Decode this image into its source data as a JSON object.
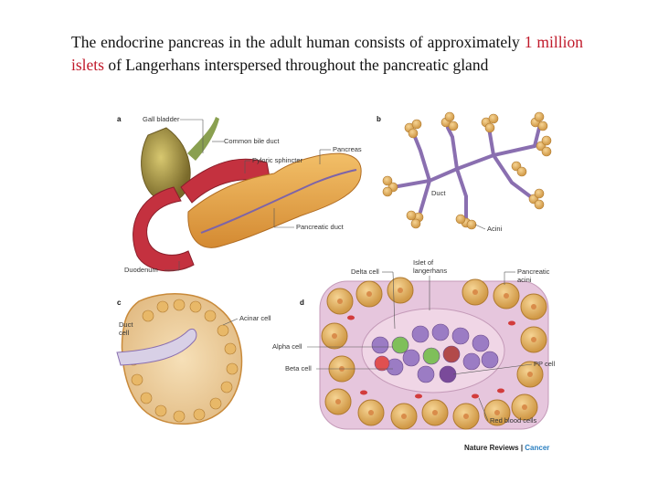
{
  "caption": {
    "part1": "The endocrine pancreas in the adult human consists of approximately ",
    "highlight": "1 million islets",
    "part2": " of Langerhans interspersed throughout the pancreatic gland"
  },
  "figure": {
    "panel_a": {
      "letter": "a",
      "labels": {
        "gall_bladder": "Gall bladder",
        "common_bile_duct": "Common bile duct",
        "pancreas": "Pancreas",
        "pyloric_sphincter": "Pyloric sphincter",
        "pancreatic_duct": "Pancreatic duct",
        "duodenum": "Duodenum"
      }
    },
    "panel_b": {
      "letter": "b",
      "labels": {
        "duct": "Duct",
        "acini": "Acini"
      }
    },
    "panel_c": {
      "letter": "c",
      "labels": {
        "duct_cell_1": "Duct",
        "duct_cell_2": "cell",
        "acinar_cell": "Acinar cell"
      }
    },
    "panel_d": {
      "letter": "d",
      "labels": {
        "delta_cell": "Delta cell",
        "islet_1": "Islet of",
        "islet_2": "langerhans",
        "fpancreatic_1": "Pancreatic",
        "fpancreatic_2": "acini",
        "alpha_cell": "Alpha cell",
        "beta_cell": "Beta cell",
        "pp_cell": "PP cell",
        "red_blood_cells": "Red blood cells"
      }
    },
    "credit": {
      "journal": "Nature Reviews",
      "separator": " | ",
      "section": "Cancer"
    }
  },
  "colors": {
    "highlight": "#c0192a",
    "pancreas": "#e6a64a",
    "duodenum": "#c4313f",
    "gall_bladder": "#9a8a3a",
    "duct": "#8a6fb0",
    "acini": "#e2b268",
    "islet_alpha": "#7fbf5a",
    "islet_beta": "#9b7cc4",
    "islet_delta": "#b24a4a",
    "pp": "#7a4a9a"
  }
}
